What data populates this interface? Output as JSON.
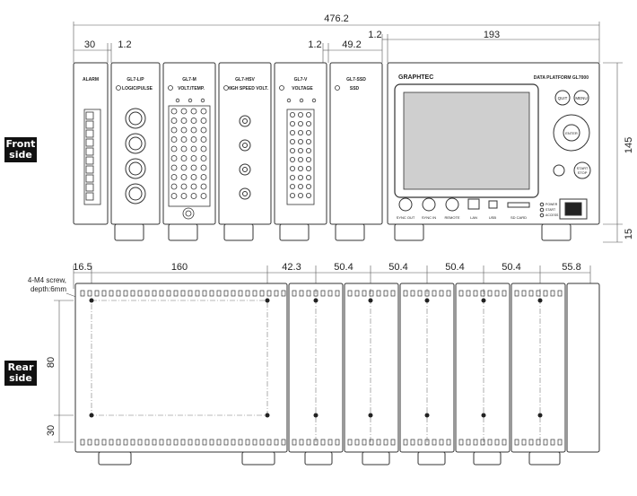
{
  "side_labels": {
    "front": [
      "Front",
      "side"
    ],
    "rear": [
      "Rear",
      "side"
    ]
  },
  "front": {
    "dims_top": {
      "total": "476.2",
      "alarm": "30",
      "gap_a": "1.2",
      "gap_b": "1.2",
      "gap_c": "1.2",
      "module_width": "49.2",
      "main_unit": "193"
    },
    "dims_right": {
      "height": "145",
      "foot": "15"
    },
    "brand": "GRAPHTEC",
    "product": "DATA PLATFORM GL7000",
    "modules": [
      {
        "title": "ALARM",
        "subtitle": ""
      },
      {
        "title": "GL7-L/P",
        "subtitle": "LOGIC/PULSE"
      },
      {
        "title": "GL7-M",
        "subtitle": "VOLT./TEMP."
      },
      {
        "title": "GL7-HSV",
        "subtitle": "HIGH SPEED VOLT."
      },
      {
        "title": "GL7-V",
        "subtitle": "VOLTAGE"
      },
      {
        "title": "GL7-SSD",
        "subtitle": "SSD"
      }
    ],
    "buttons": {
      "quit": "QUIT",
      "menu": "MENU",
      "enter": "ENTER",
      "start_stop": [
        "START",
        "STOP"
      ]
    },
    "ports": [
      "SYNC OUT",
      "SYNC IN",
      "REMOTE",
      "LAN",
      "USB",
      "SD CARD"
    ],
    "status_leds": [
      "POWER",
      "START",
      "ACCESS"
    ]
  },
  "rear": {
    "dims_top": [
      "16.5",
      "160",
      "42.3",
      "50.4",
      "50.4",
      "50.4",
      "50.4",
      "55.8"
    ],
    "dims_left": {
      "height": "80",
      "base": "30"
    },
    "screw_note": [
      "4-M4 screw,",
      "depth:6mm"
    ]
  },
  "colors": {
    "line": "#333333",
    "dim": "#555555",
    "screen": "#cfcfcf"
  }
}
